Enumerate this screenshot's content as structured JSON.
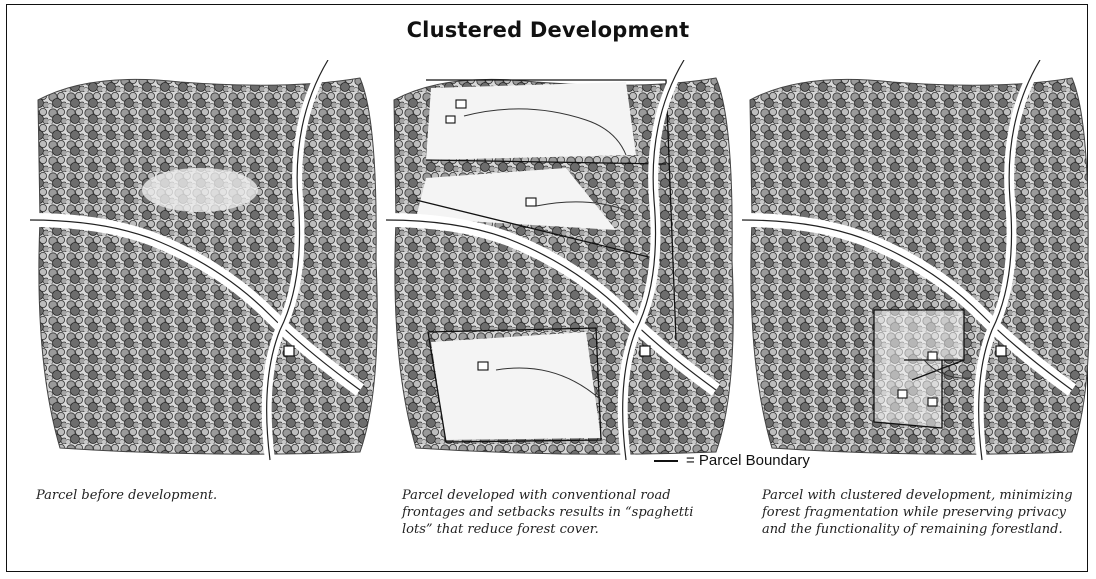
{
  "title": "Clustered Development",
  "panels": [
    {
      "caption": "Parcel before development."
    },
    {
      "caption": "Parcel developed with conventional road frontages and setbacks results in “spaghetti lots” that reduce forest cover."
    },
    {
      "caption": "Parcel with clustered development, minimizing forest fragmentation while preserving privacy and the functionality of remaining forestland."
    }
  ],
  "legend": {
    "symbol": "—",
    "label": "= Parcel Boundary"
  },
  "colors": {
    "ink": "#111111",
    "forest_dark": "#3a3a3a",
    "forest_mid": "#7a7a7a",
    "background": "#ffffff"
  }
}
